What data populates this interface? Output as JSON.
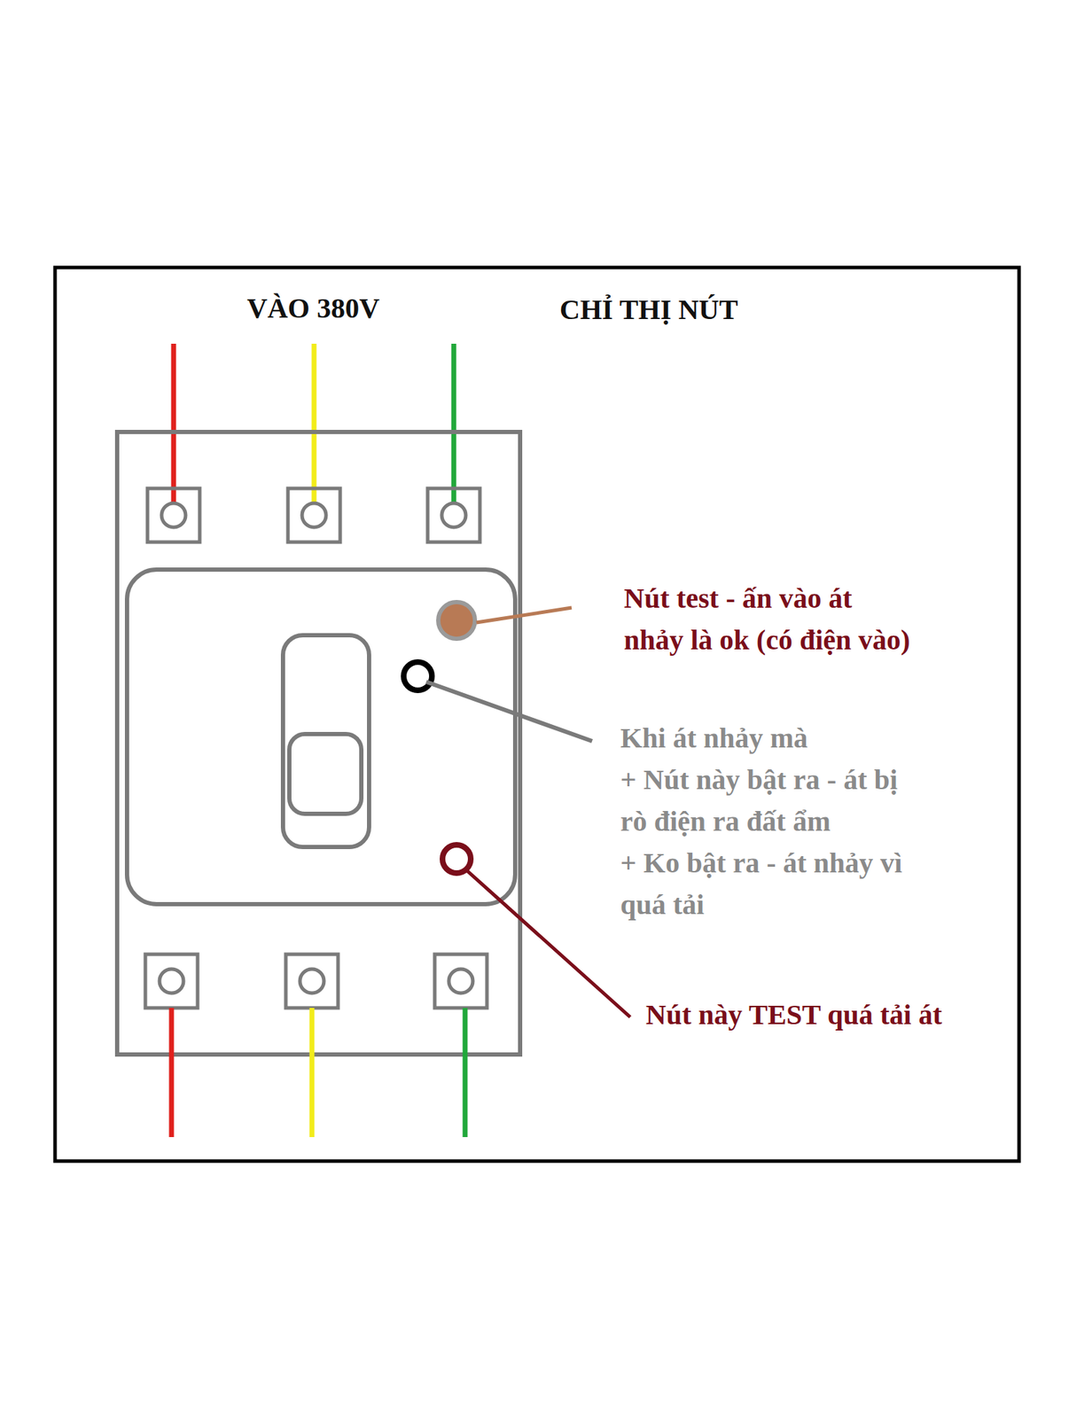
{
  "diagram": {
    "labels": [
      "VÀO 380V",
      "CHỈ THỊ NÚT",
      "Nút test - ấn vào át nhảy là ok (có điện vào)",
      "Khi át nhảy mà",
      "+ Nút này bật ra - át bị rò điện ra đất ẩm",
      "+ Ko bật ra - át nhảy vì quá tải",
      "Nút này TEST quá tải át"
    ]
  }
}
